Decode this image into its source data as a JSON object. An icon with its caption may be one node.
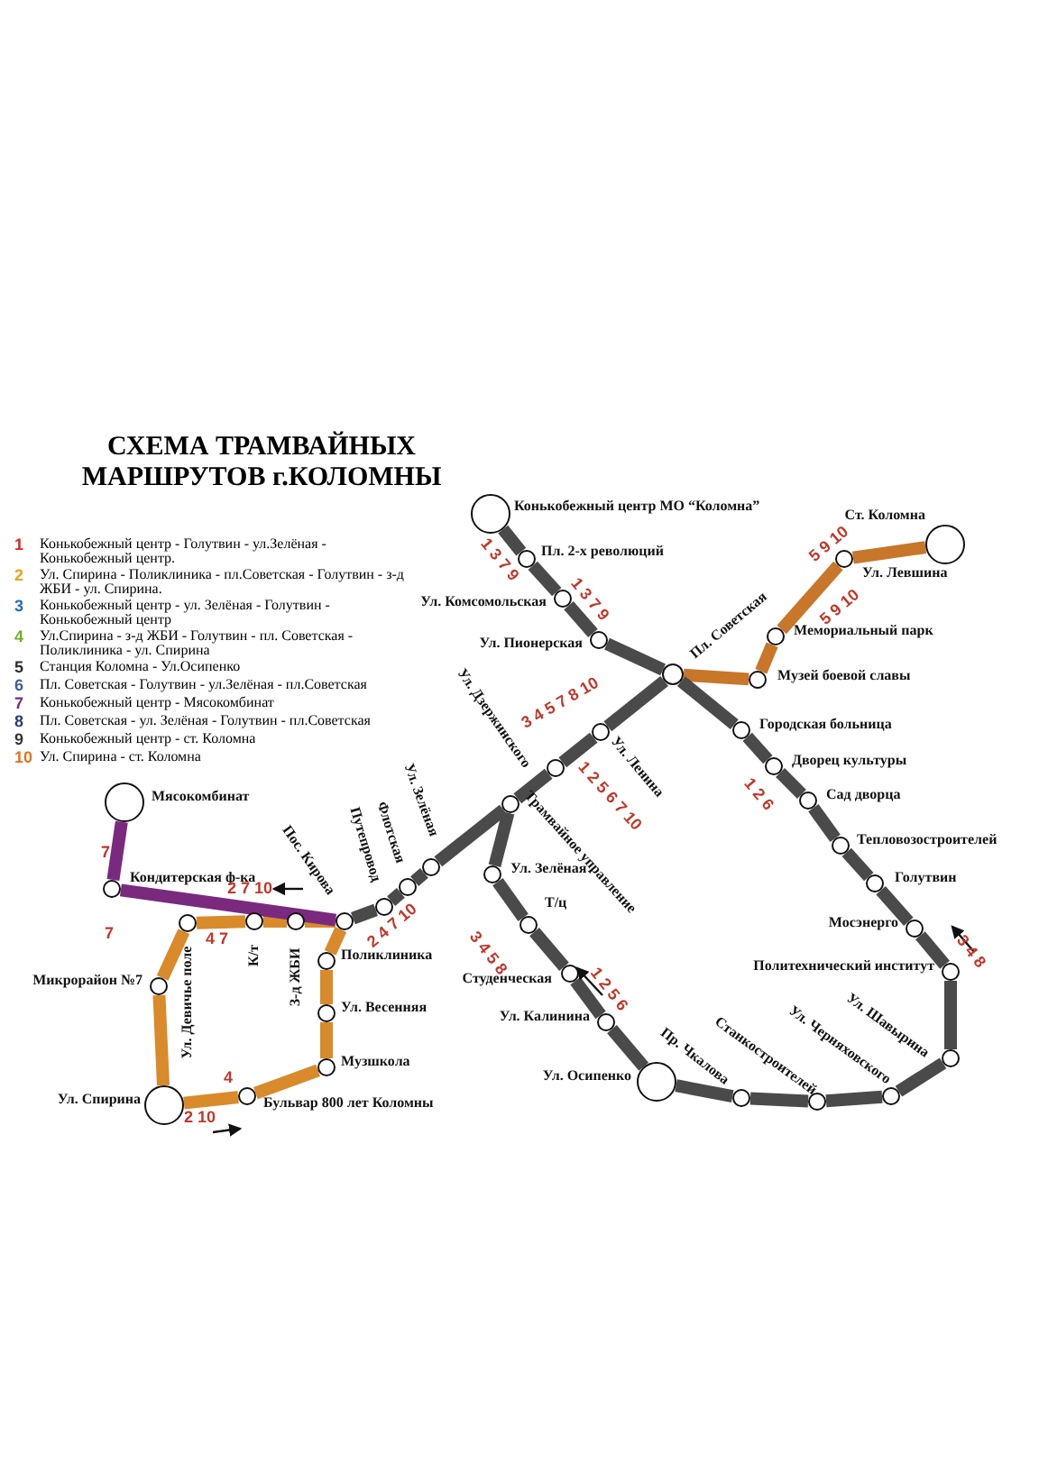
{
  "diagram": {
    "title": "СХЕМА ТРАМВАЙНЫХ МАРШРУТОВ г.КОЛОМНЫ",
    "nodes": [
      {
        "text": [
          "Конькобежный центр МО “Коломна”"
        ]
      },
      {
        "text": [
          "Пл. 2-х революций"
        ]
      },
      {
        "text": [
          "Ул. Комсомольская"
        ]
      },
      {
        "text": [
          "Ул. Пионерская"
        ]
      },
      {
        "text": [
          "Пл. Советская"
        ]
      },
      {
        "text": [
          "Ст. Коломна"
        ]
      },
      {
        "text": [
          "Ул. Левшина"
        ]
      },
      {
        "text": [
          "Мемориальный парк"
        ]
      },
      {
        "text": [
          "Музей боевой славы"
        ]
      },
      {
        "text": [
          "Городская больница"
        ]
      },
      {
        "text": [
          "Дворец культуры"
        ]
      },
      {
        "text": [
          "Сад дворца"
        ]
      },
      {
        "text": [
          "Тепловозостроителей"
        ]
      },
      {
        "text": [
          "Голутвин"
        ]
      },
      {
        "text": [
          "Мосэнерго"
        ]
      },
      {
        "text": [
          "Политехнический институт"
        ]
      },
      {
        "text": [
          "Ул. Шавырина"
        ]
      },
      {
        "text": [
          "Ул. Черняховского"
        ]
      },
      {
        "text": [
          "Станкостроителей"
        ]
      },
      {
        "text": [
          "Пр. Чкалова"
        ]
      },
      {
        "text": [
          "Ул. Осипенко"
        ]
      },
      {
        "text": [
          "Ул. Калинина"
        ]
      },
      {
        "text": [
          "Студенческая"
        ]
      },
      {
        "text": [
          "Т/ц"
        ]
      },
      {
        "text": [
          "Ул. Зелёная"
        ]
      },
      {
        "text": [
          "Ул. Ленина"
        ]
      },
      {
        "text": [
          "Ул. Дзержинского"
        ]
      },
      {
        "text": [
          "Трамвайное управление"
        ]
      },
      {
        "text": [
          "Ул. Зелёная"
        ]
      },
      {
        "text": [
          "Флотская"
        ]
      },
      {
        "text": [
          "Путепровод"
        ]
      },
      {
        "text": [
          "Пос. Кирова"
        ]
      },
      {
        "text": [
          "З-д ЖБИ"
        ]
      },
      {
        "text": [
          "К/т"
        ]
      },
      {
        "text": [
          "Ул. Девичье поле"
        ]
      },
      {
        "text": [
          "Мясокомбинат"
        ]
      },
      {
        "text": [
          "Кондитерская ф-ка"
        ]
      },
      {
        "text": [
          "Микрорайон №7"
        ]
      },
      {
        "text": [
          "Ул. Спирина"
        ]
      },
      {
        "text": [
          "Бульвар 800 лет Коломны"
        ]
      },
      {
        "text": [
          "Музшкола"
        ]
      },
      {
        "text": [
          "Ул. Весенняя"
        ]
      },
      {
        "text": [
          "Поликлиника"
        ]
      }
    ],
    "edges": [
      {
        "from": 0,
        "to": 1,
        "arrow": "none"
      },
      {
        "from": 1,
        "to": 2,
        "arrow": "none"
      },
      {
        "from": 2,
        "to": 3,
        "arrow": "none"
      },
      {
        "from": 3,
        "to": 4,
        "arrow": "none"
      },
      {
        "from": 4,
        "to": 8,
        "arrow": "none",
        "color": "#c8762a"
      },
      {
        "from": 8,
        "to": 7,
        "arrow": "none",
        "color": "#c8762a"
      },
      {
        "from": 7,
        "to": 6,
        "arrow": "none",
        "color": "#c8762a"
      },
      {
        "from": 6,
        "to": 5,
        "arrow": "none",
        "color": "#c8762a"
      },
      {
        "from": 4,
        "to": 9,
        "arrow": "none"
      },
      {
        "from": 9,
        "to": 10,
        "arrow": "none"
      },
      {
        "from": 10,
        "to": 11,
        "arrow": "none"
      },
      {
        "from": 11,
        "to": 12,
        "arrow": "none"
      },
      {
        "from": 12,
        "to": 13,
        "arrow": "none"
      },
      {
        "from": 13,
        "to": 14,
        "arrow": "none"
      },
      {
        "from": 14,
        "to": 15,
        "arrow": "none"
      },
      {
        "from": 15,
        "to": 16,
        "arrow": "none"
      },
      {
        "from": 16,
        "to": 17,
        "arrow": "none"
      },
      {
        "from": 17,
        "to": 18,
        "arrow": "none"
      },
      {
        "from": 18,
        "to": 19,
        "arrow": "none"
      },
      {
        "from": 19,
        "to": 20,
        "arrow": "none"
      },
      {
        "from": 20,
        "to": 21,
        "arrow": "none"
      },
      {
        "from": 21,
        "to": 22,
        "arrow": "none"
      },
      {
        "from": 22,
        "to": 23,
        "arrow": "none"
      },
      {
        "from": 23,
        "to": 24,
        "arrow": "none"
      },
      {
        "from": 24,
        "to": 27,
        "arrow": "none"
      },
      {
        "from": 4,
        "to": 25,
        "arrow": "none"
      },
      {
        "from": 25,
        "to": 26,
        "arrow": "none"
      },
      {
        "from": 26,
        "to": 27,
        "arrow": "none"
      },
      {
        "from": 27,
        "to": 28,
        "arrow": "none"
      },
      {
        "from": 28,
        "to": 29,
        "arrow": "none"
      },
      {
        "from": 29,
        "to": 30,
        "arrow": "none"
      },
      {
        "from": 30,
        "to": 31,
        "arrow": "none"
      },
      {
        "from": 31,
        "to": 32,
        "arrow": "none",
        "color": "#d98a2b"
      },
      {
        "from": 32,
        "to": 33,
        "arrow": "none",
        "color": "#d98a2b"
      },
      {
        "from": 33,
        "to": 34,
        "arrow": "none",
        "color": "#d98a2b"
      },
      {
        "from": 34,
        "to": 37,
        "arrow": "none",
        "color": "#d98a2b"
      },
      {
        "from": 37,
        "to": 38,
        "arrow": "none",
        "color": "#d98a2b"
      },
      {
        "from": 38,
        "to": 39,
        "arrow": "none",
        "color": "#d98a2b"
      },
      {
        "from": 39,
        "to": 40,
        "arrow": "none",
        "color": "#d98a2b"
      },
      {
        "from": 40,
        "to": 41,
        "arrow": "none",
        "color": "#d98a2b"
      },
      {
        "from": 41,
        "to": 42,
        "arrow": "none",
        "color": "#d98a2b"
      },
      {
        "from": 42,
        "to": 31,
        "arrow": "none",
        "color": "#d98a2b"
      },
      {
        "from": 31,
        "to": 36,
        "arrow": "none",
        "color": "#7a2a7e"
      },
      {
        "from": 36,
        "to": 35,
        "arrow": "none",
        "color": "#7a2a7e"
      }
    ],
    "labels": [
      "1",
      "2",
      "3",
      "4",
      "5",
      "6",
      "7",
      "8",
      "9",
      "10",
      "1 3 7 9",
      "1 3 7 9",
      "3 4 5 7 8 10",
      "5 9 10",
      "5 9 10",
      "1 2 6",
      "1 2 5 6 7 10",
      "3 4 5 8",
      "1 2 5 6",
      "3 4 8",
      "2 7 10",
      "7",
      "7",
      "4 7",
      "2 4 7 10",
      "4",
      "2 10"
    ],
    "legend": [
      {
        "text": "Конькобежный центр - Голутвин - ул.Зелёная - Конькобежный центр.",
        "color": "#d7261e"
      },
      {
        "text": "Ул. Спирина - Поликлиника - пл.Советская - Голутвин - з-д ЖБИ - ул. Спирина.",
        "color": "#e8a31c"
      },
      {
        "text": "Конькобежный центр - ул. Зелёная - Голутвин - Конькобежный центр",
        "color": "#1f6fb8"
      },
      {
        "text": "Ул.Спирина - з-д ЖБИ - Голутвин - пл. Советская - Поликлиника - ул. Спирина",
        "color": "#6cad2c"
      },
      {
        "text": "Станция Коломна - Ул.Осипенко",
        "color": "#2b2b2b"
      },
      {
        "text": "Пл. Советская - Голутвин - ул.Зелёная - пл.Советская",
        "color": "#44608f"
      },
      {
        "text": "Конькобежный центр - Мясокомбинат",
        "color": "#7a2a7e"
      },
      {
        "text": "Пл. Советская - ул. Зелёная - Голутвин - пл.Советская",
        "color": "#2c3e7c"
      },
      {
        "text": "Конькобежный центр - ст. Коломна",
        "color": "#333333"
      },
      {
        "text": "Ул. Спирина - ст. Коломна",
        "color": "#e3731e"
      }
    ]
  }
}
